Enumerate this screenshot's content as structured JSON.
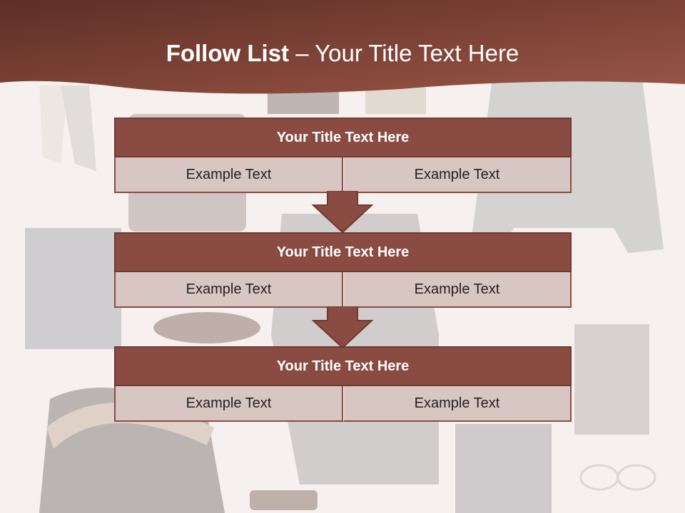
{
  "slide": {
    "title_bold": "Follow List",
    "title_rest": " – Your Title Text Here",
    "accent_color": "#8a4c42",
    "cell_color": "#d8c6c3",
    "background_subject": "faded clothing collage"
  },
  "steps": [
    {
      "heading": "Your Title Text Here",
      "left": "Example Text",
      "right": "Example Text"
    },
    {
      "heading": "Your Title Text Here",
      "left": "Example Text",
      "right": "Example Text"
    },
    {
      "heading": "Your Title Text Here",
      "left": "Example Text",
      "right": "Example Text"
    }
  ]
}
